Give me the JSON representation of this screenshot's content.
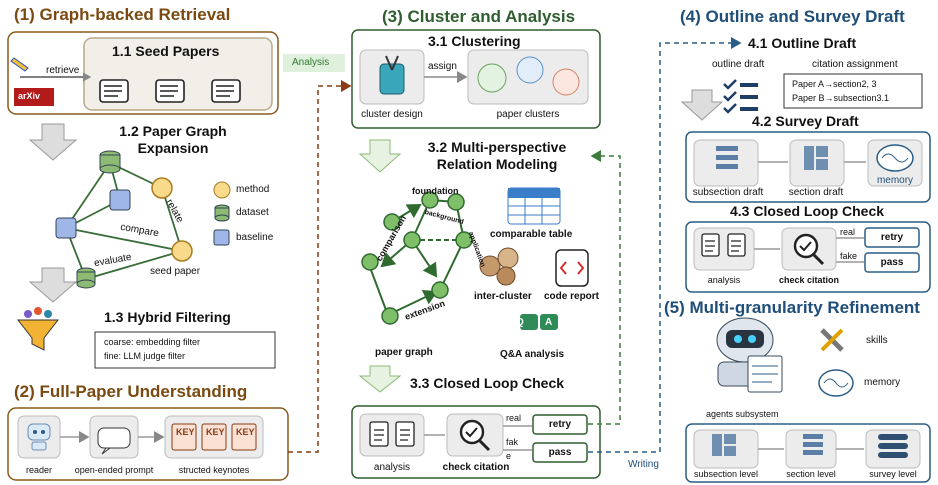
{
  "sections": {
    "s1": "(1) Graph-backed Retrieval",
    "s2": "(2) Full-Paper Understanding",
    "s3": "(3) Cluster and Analysis",
    "s4": "(4) Outline and Survey Draft",
    "s5": "(5) Multi-granularity Refinement"
  },
  "retrieval": {
    "seed_papers": "1.1 Seed Papers",
    "retrieve": "retrieve",
    "arxiv": "arXiv",
    "expansion_line1": "1.2 Paper Graph",
    "expansion_line2": "Expansion",
    "graph_labels": {
      "relate": "relate",
      "compare": "compare",
      "evaluate": "evaluate",
      "seed_paper": "seed paper"
    },
    "legend": [
      {
        "label": "method",
        "color": "#f9d98a"
      },
      {
        "label": "dataset",
        "color": "#8dbb73"
      },
      {
        "label": "baseline",
        "color": "#9fb6e8"
      }
    ],
    "filtering_title": "1.3 Hybrid Filtering",
    "filter_coarse": "coarse: embedding filter",
    "filter_fine": "fine: LLM judge filter"
  },
  "understanding": {
    "reader": "reader",
    "prompt": "open-ended prompt",
    "keynotes": "structed keynotes",
    "key": "KEY"
  },
  "cluster": {
    "analysis_tag": "Analysis",
    "clustering_title": "3.1 Clustering",
    "assign": "assign",
    "cluster_design": "cluster design",
    "paper_clusters": "paper clusters",
    "relation_line1": "3.2 Multi-perspective",
    "relation_line2": "Relation Modeling",
    "graph_labels": {
      "foundation": "foundation",
      "background": "background",
      "comparison": "comparison",
      "application": "application",
      "extension": "extension"
    },
    "paper_graph": "paper graph",
    "comparable_table": "comparable table",
    "inter_cluster": "inter-cluster",
    "code_report": "code report",
    "qa_analysis": "Q&A analysis",
    "qa_q": "Q",
    "qa_a": "A",
    "loop_title": "3.3 Closed Loop Check",
    "analysis": "analysis",
    "check_citation": "check citation",
    "real": "real",
    "fake_1": "fak",
    "fake_2": "e",
    "retry": "retry",
    "pass": "pass",
    "writing": "Writing"
  },
  "outline": {
    "outline_title": "4.1 Outline Draft",
    "outline_draft": "outline draft",
    "citation_assignment": "citation assignment",
    "paper_a": "Paper A→section2, 3",
    "paper_b": "Paper B→subsection3.1",
    "survey_title": "4.2 Survey Draft",
    "subsection_draft": "subsection draft",
    "section_draft": "section draft",
    "memory": "memory",
    "loop_title": "4.3 Closed Loop Check",
    "analysis": "analysis",
    "check_citation": "check citation",
    "real": "real",
    "fake": "fake",
    "retry": "retry",
    "pass": "pass"
  },
  "refinement": {
    "skills": "skills",
    "memory": "memory",
    "agents": "agents subsystem",
    "subsection_level": "subsection level",
    "section_level": "section level",
    "survey_level": "survey level"
  }
}
